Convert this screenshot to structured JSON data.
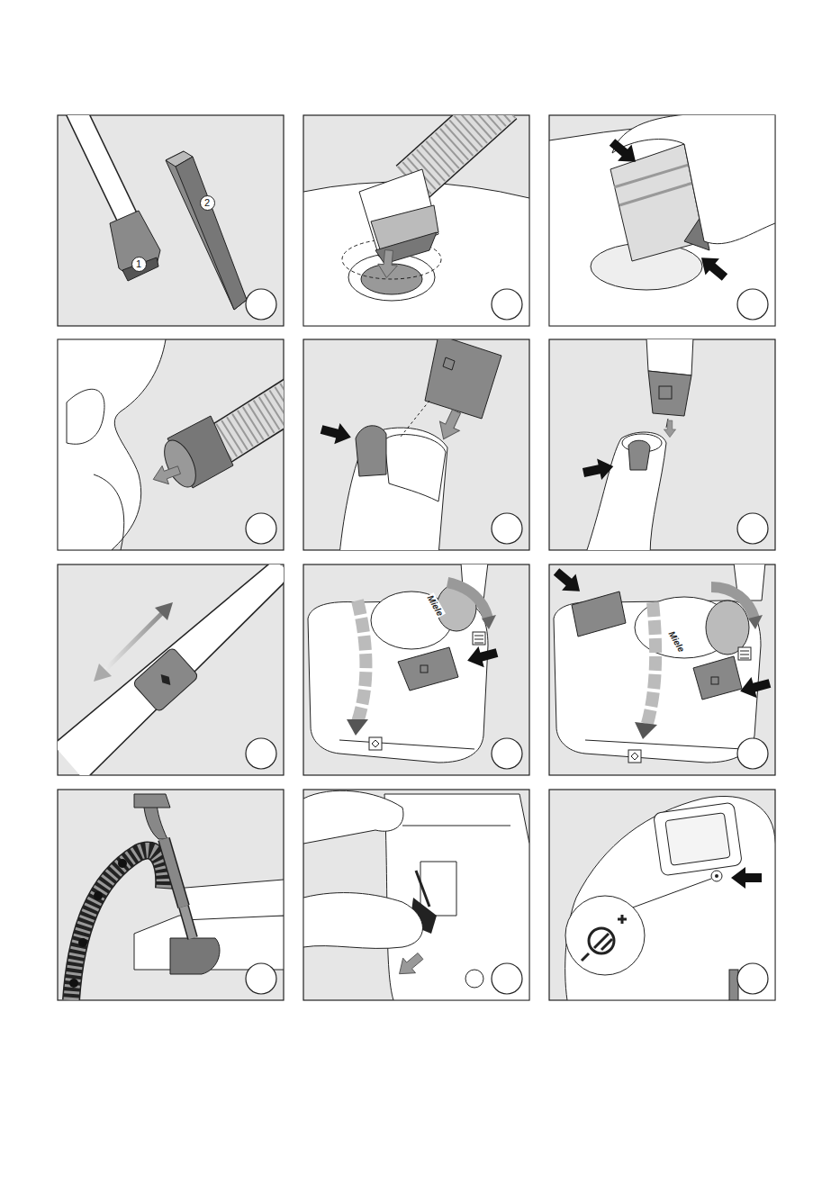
{
  "diagram": {
    "nodes": [
      {
        "text": [
          "1"
        ]
      },
      {
        "text": [
          "2"
        ]
      }
    ],
    "labels": [
      "Miele",
      "Miele"
    ]
  }
}
